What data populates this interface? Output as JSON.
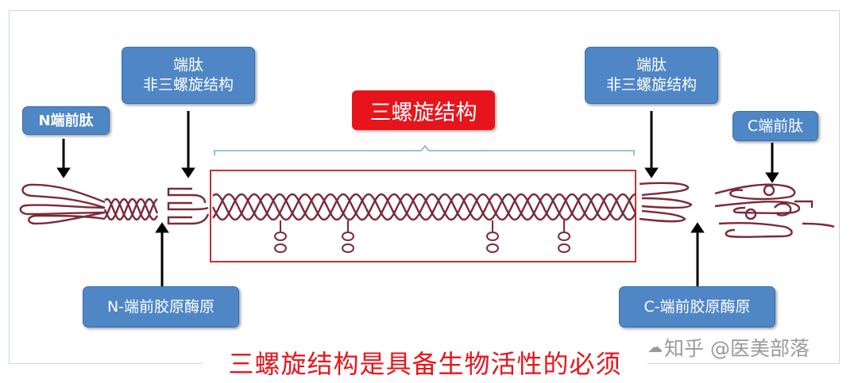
{
  "labels": {
    "n_propeptide": "N端前肽",
    "n_telopeptide": "端肽\n非三螺旋结构",
    "triple_helix": "三螺旋结构",
    "c_telopeptide": "端肽\n非三螺旋结构",
    "c_propeptide": "C端前肽",
    "n_procollagen": "N-端前胶原酶原",
    "c_procollagen": "C-端前胶原酶原"
  },
  "caption": "三螺旋结构是具备生物活性的必须",
  "watermark": "知乎 @医美部落",
  "colors": {
    "box_fill": "#4f86c6",
    "title_red": "#e8141c",
    "strand": "#7a2a3a",
    "arrow": "#000000"
  }
}
